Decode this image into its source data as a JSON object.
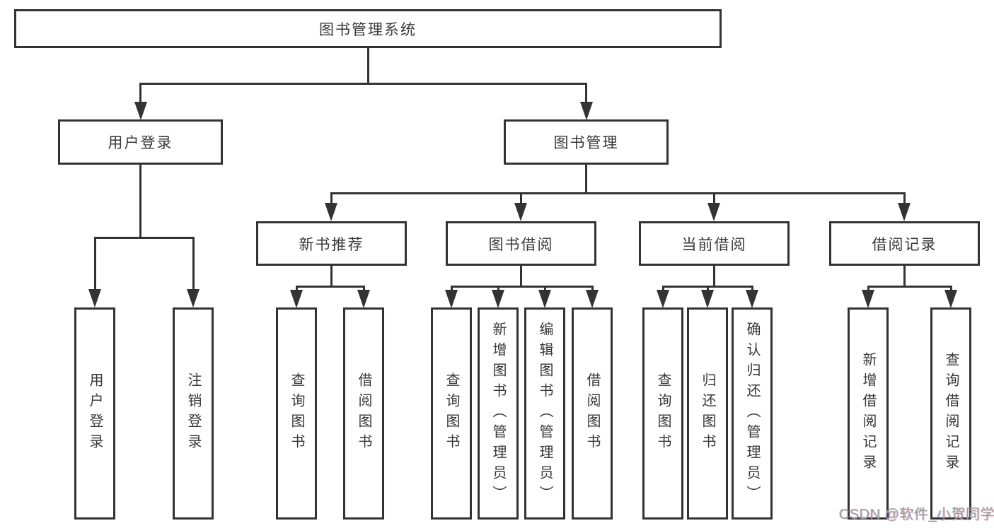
{
  "diagram": {
    "root": {
      "label": "图书管理系统",
      "children": [
        {
          "label": "用户登录",
          "children": [
            {
              "label": "用户登录"
            },
            {
              "label": "注销登录"
            }
          ]
        },
        {
          "label": "图书管理",
          "children": [
            {
              "label": "新书推荐",
              "children": [
                {
                  "label": "查询图书"
                },
                {
                  "label": "借阅图书"
                }
              ]
            },
            {
              "label": "图书借阅",
              "children": [
                {
                  "label": "查询图书"
                },
                {
                  "label": "新增图书（管理员）"
                },
                {
                  "label": "编辑图书（管理员）"
                },
                {
                  "label": "借阅图书"
                }
              ]
            },
            {
              "label": "当前借阅",
              "children": [
                {
                  "label": "查询图书"
                },
                {
                  "label": "归还图书"
                },
                {
                  "label": "确认归还（管理员）"
                }
              ]
            },
            {
              "label": "借阅记录",
              "children": [
                {
                  "label": "新增借阅记录"
                },
                {
                  "label": "查询借阅记录"
                }
              ]
            }
          ]
        }
      ]
    },
    "colors": {
      "line": "#333333",
      "box_border": "#333333",
      "box_fill": "#ffffff",
      "text": "#383838",
      "background": "#ffffff",
      "watermark_text": "#9e9e9e"
    }
  },
  "watermark": {
    "text": "CSDN @软件_小贺同学"
  }
}
